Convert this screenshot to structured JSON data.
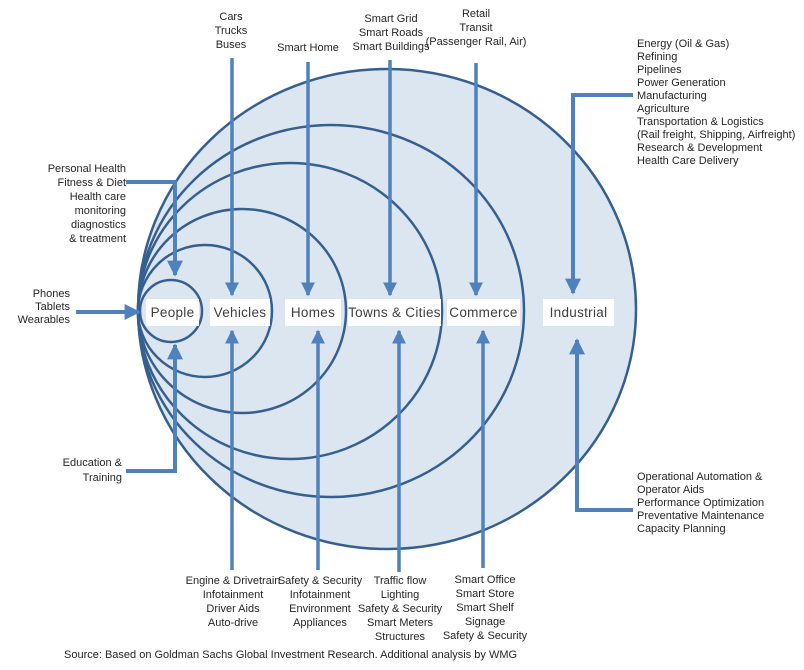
{
  "colors": {
    "ring_fill": "#dce6f1",
    "ring_stroke": "#365f91",
    "arrow": "#4f81bd",
    "text": "#262626",
    "box_bg": "#ffffff",
    "box_text": "#3f3f3f"
  },
  "center_labels": {
    "people": "People",
    "vehicles": "Vehicles",
    "homes": "Homes",
    "towns_cities": "Towns & Cities",
    "commerce": "Commerce",
    "industrial": "Industrial"
  },
  "annotations": {
    "people_top": "Personal Health\nFitness & Diet\nHealth care\nmonitoring\ndiagnostics\n& treatment",
    "people_left": "Phones\nTablets\nWearables",
    "people_bottom": "Education &\nTraining",
    "vehicles_top": "Cars\nTrucks\nBuses",
    "vehicles_bottom": "Engine & Drivetrain\nInfotainment\nDriver Aids\nAuto-drive",
    "homes_top": "Smart Home",
    "homes_bottom": "Safety & Security\nInfotainment\nEnvironment\nAppliances",
    "towns_top": "Smart Grid\nSmart Roads\nSmart Buildings",
    "towns_bottom": "Traffic flow\nLighting\nSafety & Security\nSmart Meters\nStructures",
    "commerce_top": "Retail\nTransit\n(Passenger Rail, Air)",
    "commerce_bottom": "Smart Office\nSmart Store\nSmart Shelf\nSignage\nSafety & Security",
    "industrial_top": "Energy (Oil & Gas)\nRefining\nPipelines\nPower Generation\nManufacturing\nAgriculture\nTransportation & Logistics\n(Rail freight, Shipping, Airfreight)\nResearch & Development\nHealth Care Delivery",
    "industrial_bottom": "Operational Automation &\nOperator Aids\nPerformance Optimization\nPreventative Maintenance\nCapacity Planning"
  },
  "source": "Source: Based on Goldman Sachs Global Investment Research. Additional analysis by WMG"
}
